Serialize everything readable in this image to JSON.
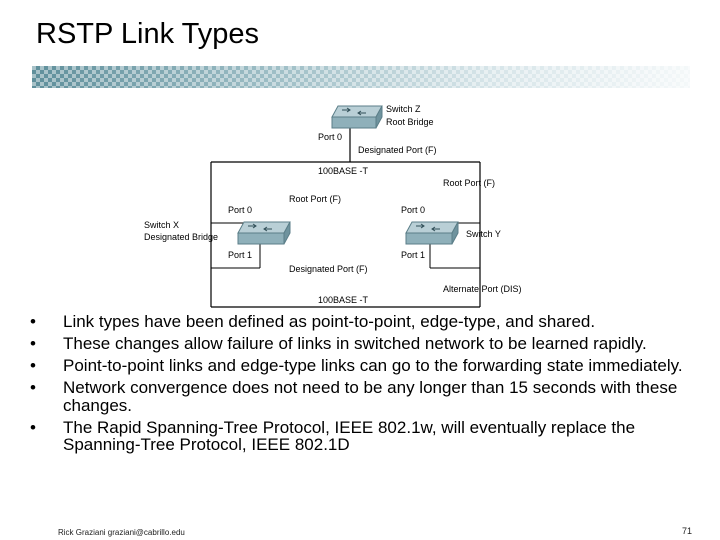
{
  "slide": {
    "title": "RSTP Link Types",
    "footer": "Rick Graziani  graziani@cabrillo.edu",
    "page_number": "71"
  },
  "diagram": {
    "switch_z": {
      "name": "Switch Z",
      "role": "Root Bridge",
      "port0": "Port 0",
      "port0_state": "Designated Port (F)"
    },
    "switch_x": {
      "name": "Switch X",
      "role": "Designated Bridge",
      "port0": "Port 0",
      "port1": "Port 1"
    },
    "switch_y": {
      "name": "Switch Y",
      "port0": "Port 0",
      "port1": "Port 1"
    },
    "link_top_label": "100BASE -T",
    "link_bottom_label": "100BASE -T",
    "root_port_x": "Root Port (F)",
    "root_port_y": "Root Port (F)",
    "designated_port_x": "Designated Port (F)",
    "alternate_port_y": "Alternate Port (DIS)"
  },
  "bullets": [
    "Link types have been defined as point-to-point, edge-type, and shared.",
    "These changes allow failure of links in switched network to be learned rapidly.",
    "Point-to-point links and edge-type links can go to the forwarding state immediately.",
    "Network convergence does not need to be any longer than 15 seconds with these changes.",
    "The Rapid Spanning-Tree Protocol, IEEE 802.1w, will eventually replace the Spanning-Tree Protocol, IEEE 802.1D"
  ]
}
